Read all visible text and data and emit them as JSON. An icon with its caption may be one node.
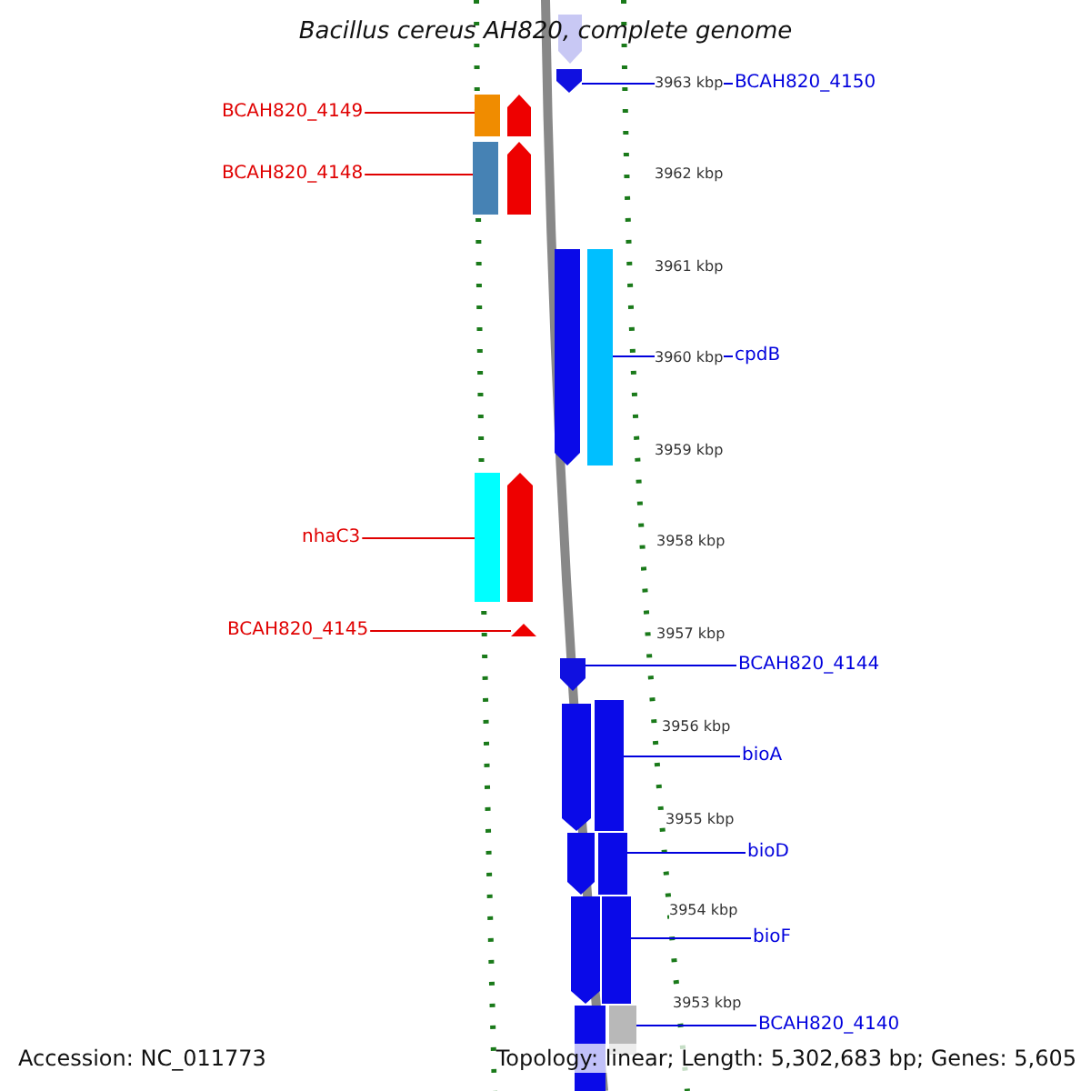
{
  "diagram": {
    "title": "Bacillus cereus AH820, complete genome",
    "nodes": [
      {
        "text": [
          "BCAH820_4149"
        ]
      },
      {
        "text": [
          "BCAH820_4148"
        ]
      },
      {
        "text": [
          "nhaC3"
        ]
      },
      {
        "text": [
          "BCAH820_4145"
        ]
      },
      {
        "text": [
          "BCAH820_4150"
        ]
      },
      {
        "text": [
          "cpdB"
        ]
      },
      {
        "text": [
          "BCAH820_4144"
        ]
      },
      {
        "text": [
          "bioA"
        ]
      },
      {
        "text": [
          "bioD"
        ]
      },
      {
        "text": [
          "bioF"
        ]
      },
      {
        "text": [
          "BCAH820_4140"
        ]
      },
      {
        "text": [],
        "shape": "arrow"
      },
      {
        "text": [],
        "shape": "arrow"
      },
      {
        "text": [],
        "shape": "bar"
      },
      {
        "text": [],
        "shape": "arrow"
      },
      {
        "text": [],
        "shape": "bar"
      },
      {
        "text": [],
        "shape": "arrow"
      },
      {
        "text": [],
        "shape": "arrow"
      },
      {
        "text": [],
        "shape": "bar"
      },
      {
        "text": [],
        "shape": "bar"
      },
      {
        "text": [],
        "shape": "arrow"
      },
      {
        "text": [],
        "shape": "arrow"
      },
      {
        "text": [],
        "shape": "arrow"
      },
      {
        "text": [],
        "shape": "arrow"
      },
      {
        "text": [],
        "shape": "bar"
      },
      {
        "text": [],
        "shape": "arrow"
      },
      {
        "text": [],
        "shape": "bar"
      },
      {
        "text": [],
        "shape": "arrow"
      },
      {
        "text": [],
        "shape": "bar"
      },
      {
        "text": [],
        "shape": "bar"
      },
      {
        "text": [],
        "shape": "bar"
      }
    ],
    "edges": [
      {
        "from": 0,
        "to": 13,
        "arrow": "none",
        "color": "#e00000"
      },
      {
        "from": 1,
        "to": 15,
        "arrow": "none",
        "color": "#e00000"
      },
      {
        "from": 2,
        "to": 19,
        "arrow": "none",
        "color": "#e00000"
      },
      {
        "from": 3,
        "to": 21,
        "arrow": "none",
        "color": "#e00000"
      },
      {
        "from": 4,
        "to": 12,
        "arrow": "none"
      },
      {
        "from": 5,
        "to": 18,
        "arrow": "none"
      },
      {
        "from": 6,
        "to": 22,
        "arrow": "none"
      },
      {
        "from": 7,
        "to": 24,
        "arrow": "none"
      },
      {
        "from": 8,
        "to": 26,
        "arrow": "none"
      },
      {
        "from": 9,
        "to": 28,
        "arrow": "none"
      },
      {
        "from": 10,
        "to": 30,
        "arrow": "none"
      }
    ],
    "labels": [
      "3963 kbp",
      "3962 kbp",
      "3961 kbp",
      "3960 kbp",
      "3959 kbp",
      "3958 kbp",
      "3957 kbp",
      "3956 kbp",
      "3955 kbp",
      "3954 kbp",
      "3953 kbp",
      "Accession: NC_011773",
      "Topology: linear; Length: 5,302,683 bp; Genes: 5,605"
    ]
  }
}
